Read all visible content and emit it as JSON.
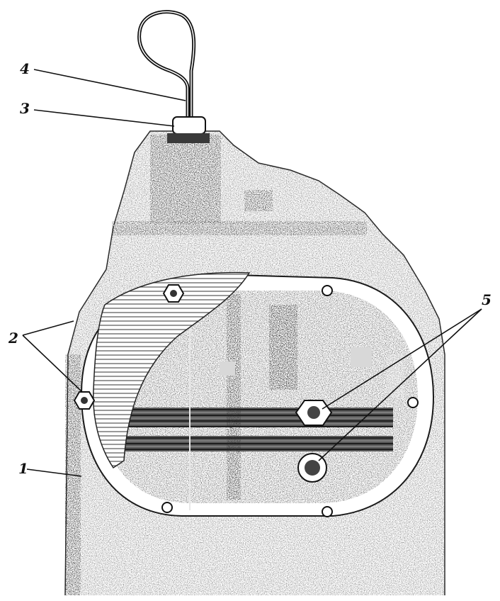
{
  "figure": {
    "callouts": [
      {
        "id": "1",
        "label": "1"
      },
      {
        "id": "2",
        "label": "2"
      },
      {
        "id": "3",
        "label": "3"
      },
      {
        "id": "4",
        "label": "4"
      },
      {
        "id": "5",
        "label": "5"
      }
    ],
    "colors": {
      "ink": "#111111",
      "dark": "#2a2a2a",
      "mid": "#6e6e6e",
      "light": "#bdbdbd",
      "paper": "#ffffff"
    }
  }
}
